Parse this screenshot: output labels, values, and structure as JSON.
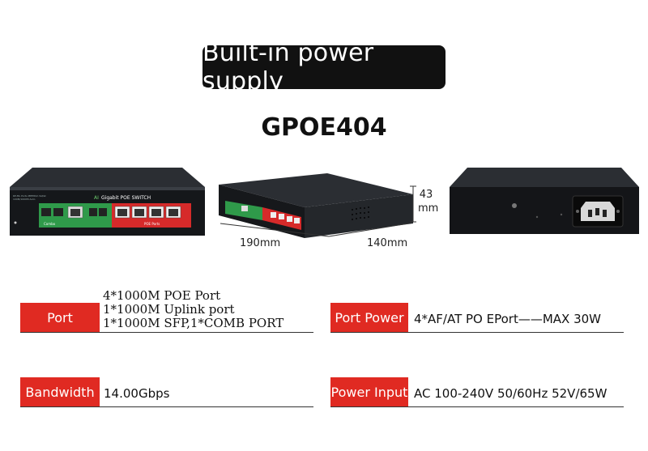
{
  "headline": "Built-in power supply",
  "model": "GPOE404",
  "front_panel": {
    "brand_line": "Gigabit POE SWITCH",
    "poe_label": "POE Ports",
    "combo_label": "Combo"
  },
  "dimensions": {
    "height": "43",
    "height_unit": "mm",
    "length": "190mm",
    "width": "140mm"
  },
  "specs": {
    "port": {
      "label": "Port",
      "lines": [
        "4*1000M POE Port",
        "1*1000M Uplink port",
        "1*1000M SFP,1*COMB PORT"
      ]
    },
    "port_power": {
      "label": "Port Power",
      "value": "4*AF/AT PO EPort——MAX 30W"
    },
    "bandwidth": {
      "label": "Bandwidth",
      "value": "14.00Gbps"
    },
    "power_input": {
      "label": "Power Input",
      "value": "AC 100-240V 50/60Hz 52V/65W"
    }
  },
  "colors": {
    "accent_red": "#e02a22",
    "headline_bg": "#111111",
    "panel_green": "#2f9a4a",
    "device_body": "#2b2e33"
  }
}
